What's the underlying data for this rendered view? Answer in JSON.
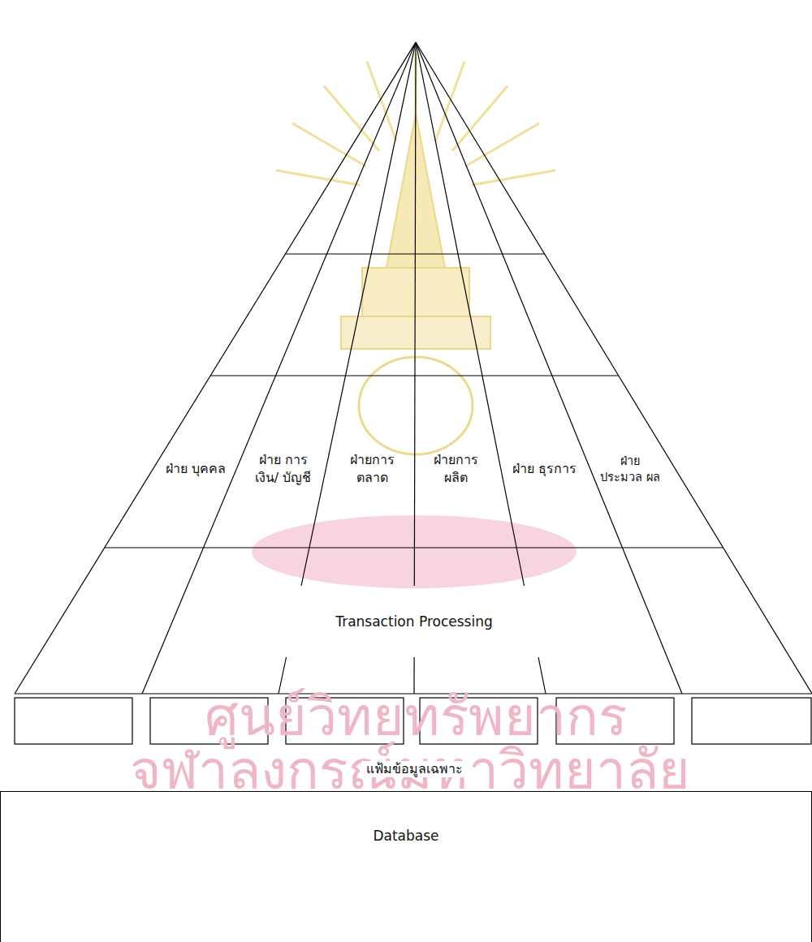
{
  "diagram": {
    "nodes": [
      {
        "text": [
          "ฝ่าย บุคคล"
        ]
      },
      {
        "text": [
          "ฝ่าย การเงิน/ บัญชี"
        ]
      },
      {
        "text": [
          "ฝ่ายการ ตลาด"
        ]
      },
      {
        "text": [
          "ฝ่ายการ ผลิต"
        ]
      },
      {
        "text": [
          "ฝ่าย ธุรการ"
        ]
      },
      {
        "text": [
          "ฝ่าย ประมวล ผล"
        ]
      },
      {
        "text": [
          "Transaction Processing"
        ]
      },
      {
        "text": [
          "Database"
        ]
      }
    ],
    "labels": [
      "แฟ้มข้อมูลเฉพาะ",
      "ศูนย์วิทยทรัพยากร",
      "จุฬาลงกรณ์มหาวิทยาลัย"
    ]
  }
}
